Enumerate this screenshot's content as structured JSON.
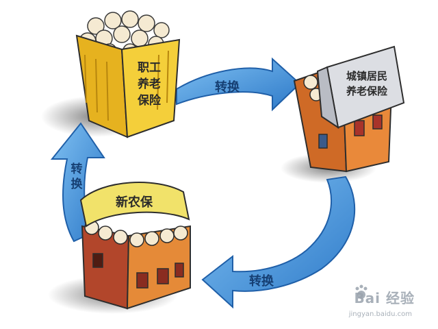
{
  "cycle": {
    "nodes": [
      {
        "id": "employee",
        "label": "职工养老保险"
      },
      {
        "id": "urban",
        "label": "城镇居民养老保险"
      },
      {
        "id": "rural",
        "label": "新农保"
      }
    ],
    "arrows": [
      {
        "from": "employee",
        "to": "urban",
        "label": "转换"
      },
      {
        "from": "urban",
        "to": "rural",
        "label": "转换"
      },
      {
        "from": "rural",
        "to": "employee",
        "label": "转换"
      }
    ]
  },
  "watermark": {
    "main": "Bai 经验",
    "sub": "jingyan.baidu.com"
  },
  "colors": {
    "arrow": "#4a9be0",
    "arrow_dark": "#1f5fa8",
    "box_yellow": "#f2c72c",
    "roof_gray": "#d9dbe0",
    "roof_yellow": "#f1e26a",
    "house_orange": "#e9893a",
    "wall_red": "#b2462b"
  }
}
